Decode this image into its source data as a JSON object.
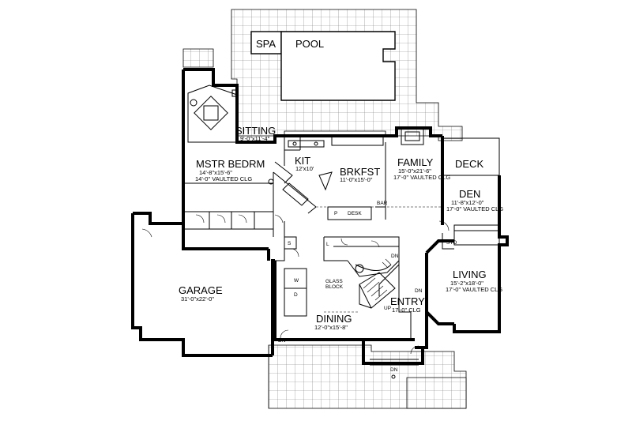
{
  "rooms": {
    "spa": {
      "name": "SPA"
    },
    "pool": {
      "name": "POOL"
    },
    "sitting": {
      "name": "SITTING",
      "size": "9'-0\"x11'-4\""
    },
    "master_bedroom": {
      "name": "MSTR BEDRM",
      "size": "14'-8\"x15'-6\"",
      "note": "14'-0\" VAULTED CLG"
    },
    "kitchen": {
      "name": "KIT",
      "size": "12'x10'"
    },
    "breakfast": {
      "name": "BRKFST",
      "size": "11'-0\"x15'-0\""
    },
    "family": {
      "name": "FAMILY",
      "size": "15'-0\"x21'-6\"",
      "note": "17'-0\" VAULTED CLG"
    },
    "deck": {
      "name": "DECK"
    },
    "den": {
      "name": "DEN",
      "size": "11'-8\"x12'-0\"",
      "note": "17'-0\" VAULTED CLG"
    },
    "living": {
      "name": "LIVING",
      "size": "15'-2\"x18'-0\"",
      "note": "17'-0\" VAULTED CLG"
    },
    "garage": {
      "name": "GARAGE",
      "size": "31'-0\"x22'-0\""
    },
    "dining": {
      "name": "DINING",
      "size": "12'-0\"x15'-8\""
    },
    "entry": {
      "name": "ENTRY",
      "note": "17'-0\" CLG"
    }
  },
  "fixtures": {
    "glass_block": "GLASS\nBLOCK",
    "glass_block_line1": "GLASS",
    "glass_block_line2": "BLOCK",
    "desk": "DESK",
    "bar": "BAR",
    "sto": "STO",
    "pantry": "P",
    "laundry": "L",
    "s": "S",
    "w": "W",
    "d": "D",
    "up": "UP",
    "dn_labels": [
      "DN",
      "DN",
      "DN",
      "DN"
    ]
  }
}
